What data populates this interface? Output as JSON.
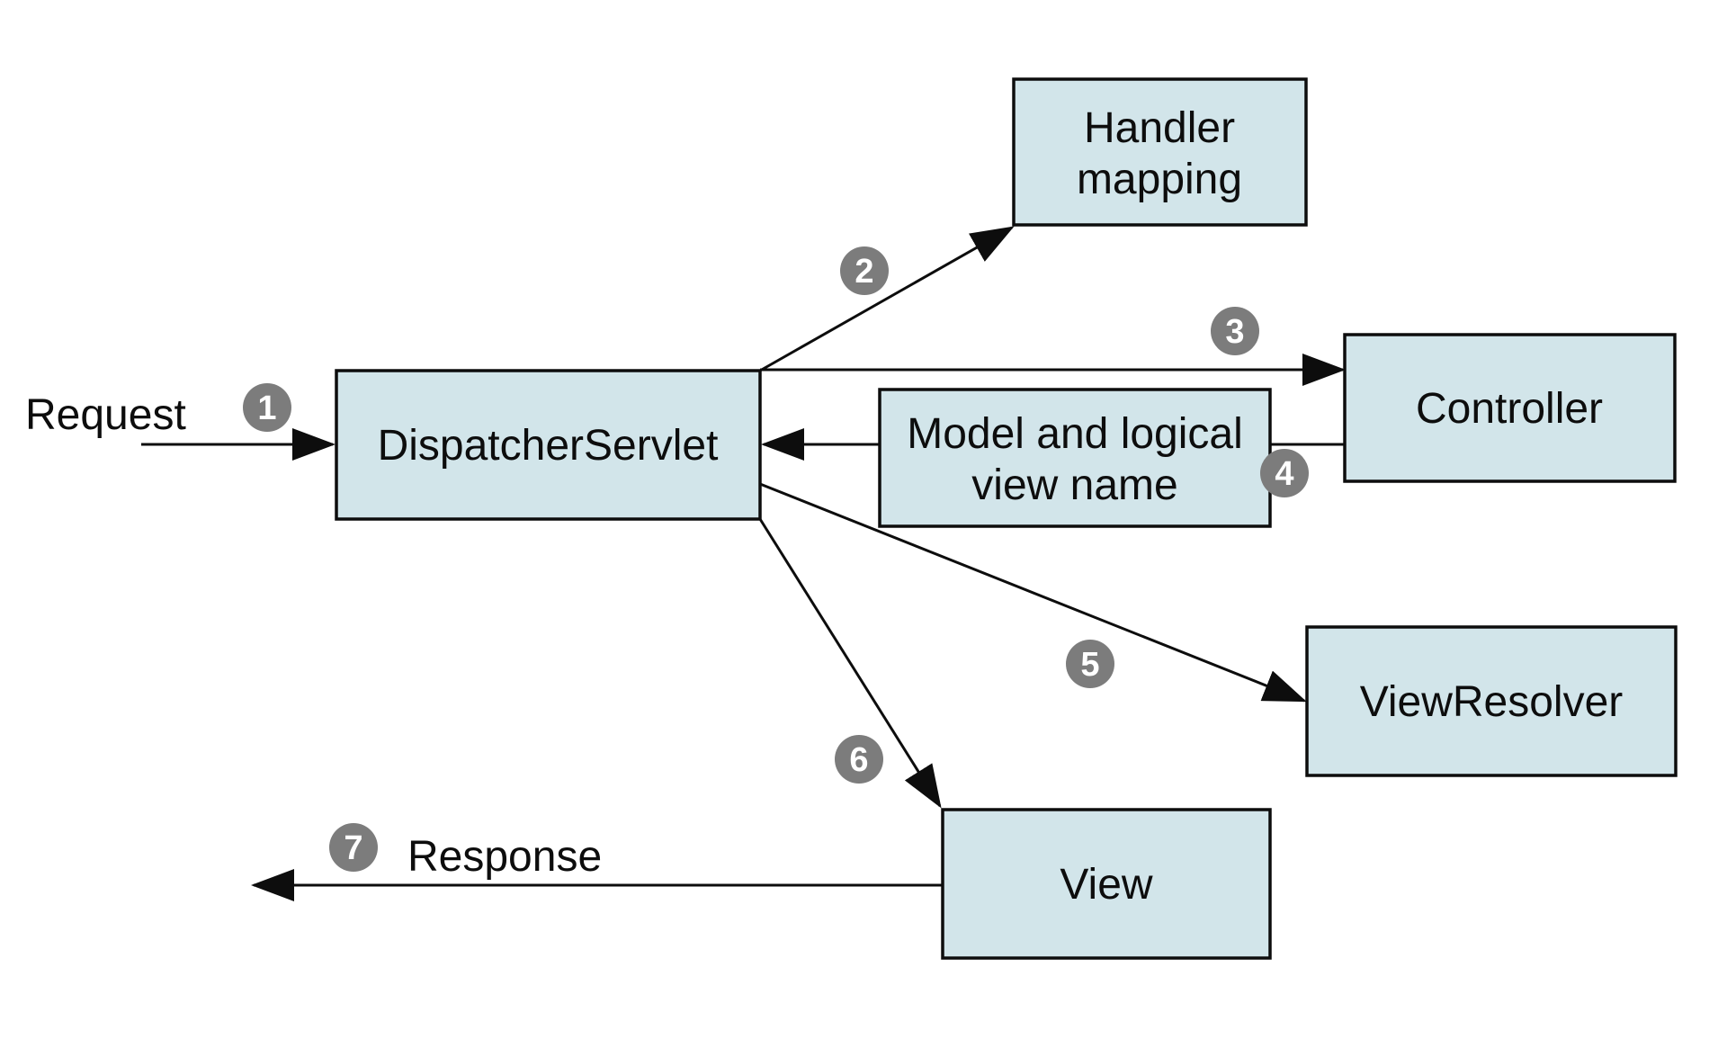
{
  "colors": {
    "background": "#ffffff",
    "box_fill": "#d2e5ea",
    "box_border": "#0d0d0d",
    "badge_fill": "#7c7c7c",
    "badge_text": "#ffffff",
    "arrow": "#0d0d0d"
  },
  "nodes": {
    "handler_mapping": {
      "line1": "Handler",
      "line2": "mapping"
    },
    "dispatcher_servlet": {
      "label": "DispatcherServlet"
    },
    "controller": {
      "label": "Controller"
    },
    "model_and_view": {
      "line1": "Model and logical",
      "line2": "view name"
    },
    "view_resolver": {
      "label": "ViewResolver"
    },
    "view": {
      "label": "View"
    }
  },
  "edge_labels": {
    "request": "Request",
    "response": "Response"
  },
  "steps": {
    "s1": "1",
    "s2": "2",
    "s3": "3",
    "s4": "4",
    "s5": "5",
    "s6": "6",
    "s7": "7"
  }
}
